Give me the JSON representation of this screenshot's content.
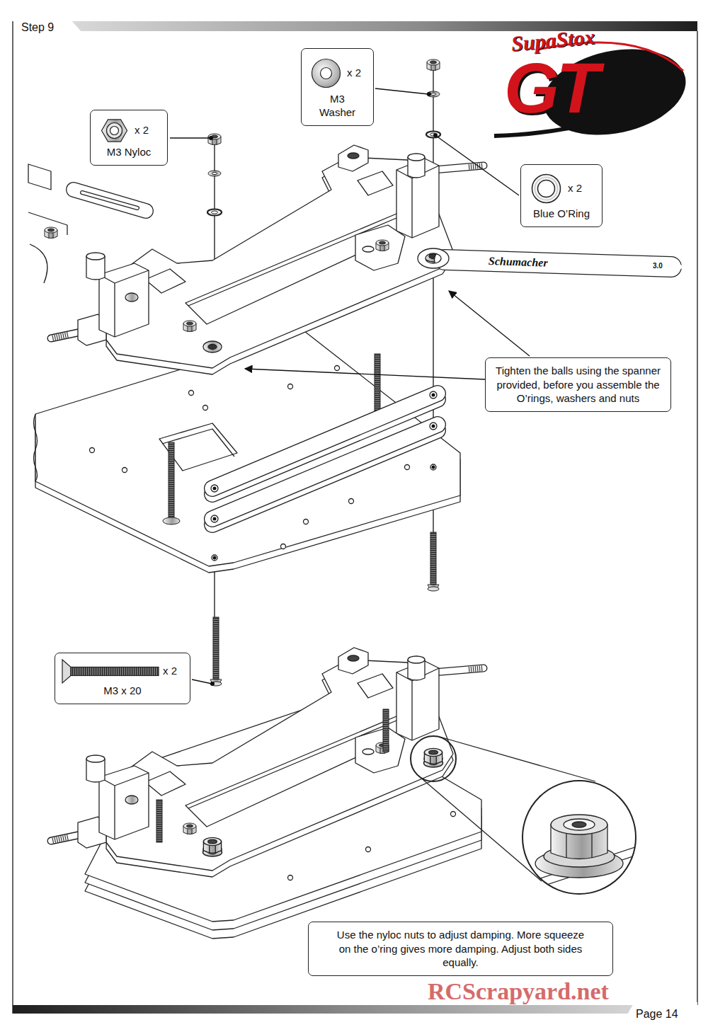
{
  "diagram": {
    "title": "Step 9",
    "nodes": [
      {
        "text": [
          "x 2",
          "M3 Washer"
        ]
      },
      {
        "text": [
          "x 2",
          "M3 Nyloc"
        ]
      },
      {
        "text": [
          "x 2",
          "Blue O’Ring"
        ]
      },
      {
        "text": [
          "Tighten the balls using the spanner provided, before you assemble the O’rings, washers and nuts"
        ]
      },
      {
        "text": [
          "x 2",
          "M3 x 20"
        ]
      },
      {
        "text": [
          "Use the nyloc nuts to adjust damping. More squeeze on the o’ring gives more damping. Adjust both sides equally."
        ]
      }
    ],
    "labels": [
      "SupaStox",
      "GT",
      "Schumacher",
      "3.0",
      "Page 14",
      "RCScrapyard.net"
    ]
  }
}
